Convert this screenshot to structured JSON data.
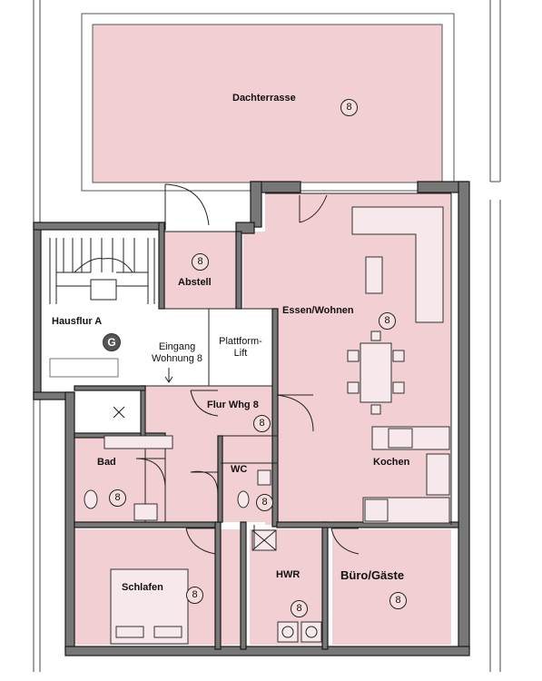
{
  "rooms": {
    "dachterrasse": {
      "label": "Dachterrasse",
      "number": "8"
    },
    "abstell": {
      "label": "Abstell",
      "number": "8"
    },
    "essen_wohnen": {
      "label": "Essen/Wohnen",
      "number": "8"
    },
    "hausflur": {
      "label": "Hausflur A",
      "badge": "G"
    },
    "eingang": {
      "label_line1": "Eingang",
      "label_line2": "Wohnung 8"
    },
    "plattform_lift": {
      "label_line1": "Plattform-",
      "label_line2": "Lift"
    },
    "flur": {
      "label": "Flur Whg 8",
      "number": "8"
    },
    "bad": {
      "label": "Bad",
      "number": "8"
    },
    "wc": {
      "label": "WC",
      "number": "8"
    },
    "kochen": {
      "label": "Kochen"
    },
    "schlafen": {
      "label": "Schlafen",
      "number": "8"
    },
    "hwr": {
      "label": "HWR",
      "number": "8"
    },
    "buero_gaeste": {
      "label": "Büro/Gäste",
      "number": "8"
    }
  },
  "colors": {
    "room_fill": "#f2cfd3",
    "wall": "#1a1a1a",
    "wall_fill": "#6f6f6f",
    "stair_fill": "#ffffff"
  }
}
